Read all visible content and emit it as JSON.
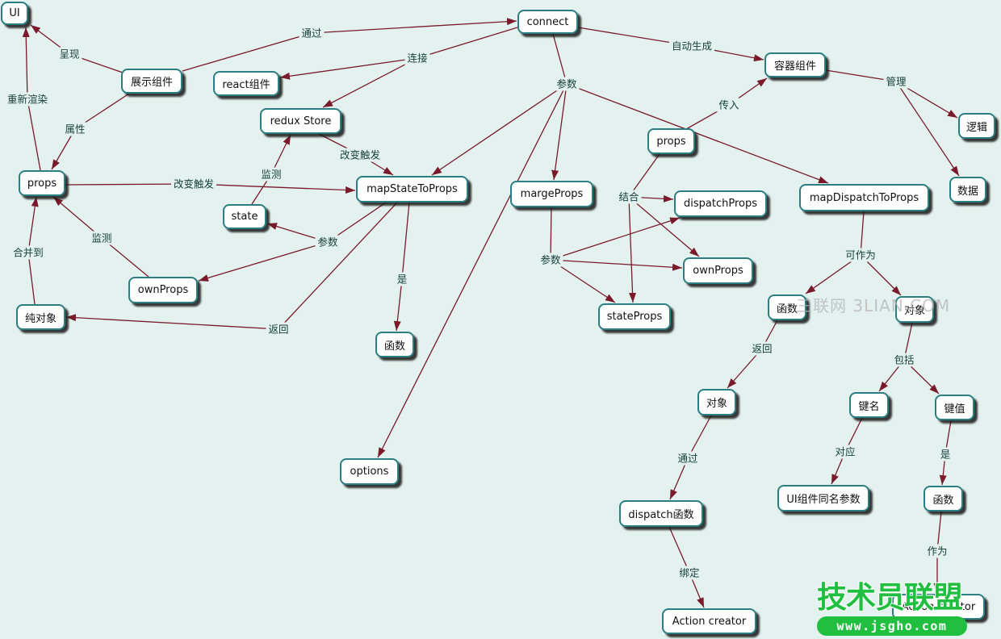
{
  "diagram": {
    "nodes": {
      "ui": "UI",
      "connect": "connect",
      "presentational": "展示组件",
      "react": "react组件",
      "container": "容器组件",
      "redux_store": "redux Store",
      "props_left": "props",
      "map_state": "mapStateToProps",
      "marge_props": "margeProps",
      "props_right": "props",
      "dispatch_props": "dispatchProps",
      "map_dispatch": "mapDispatchToProps",
      "logic": "逻辑",
      "data": "数据",
      "state": "state",
      "own_props_left": "ownProps",
      "own_props_right": "ownProps",
      "plain_object": "纯对象",
      "function_mid": "函数",
      "state_props": "stateProps",
      "function_right": "函数",
      "object_right": "对象",
      "object_mid": "对象",
      "key_name": "键名",
      "key_value": "键值",
      "options": "options",
      "dispatch_function": "dispatch函数",
      "ui_same_name_param": "UI组件同名参数",
      "function_bottom": "函数",
      "action_creator_mid": "Action creator",
      "action_creator_right": "Action creator"
    },
    "link_labels": [
      "呈现",
      "通过",
      "重新渲染",
      "属性",
      "连接",
      "自动生成",
      "参数",
      "管理",
      "传入",
      "改变触发",
      "监测",
      "改变触发",
      "结合",
      "监测",
      "参数",
      "合并到",
      "可作为",
      "参数",
      "是",
      "返回",
      "返回",
      "包括",
      "对应",
      "是",
      "通过",
      "作为",
      "绑定"
    ]
  },
  "watermarks": {
    "site_3lian": "三联网 3LIAN.COM",
    "logo_title": "技术员联盟",
    "logo_url": "www.jsgho.com"
  },
  "colors": {
    "background": "#e3f2ee",
    "node_fill": "#ffffff",
    "node_border": "#2b7f82",
    "link_line": "#7a1a2b",
    "label_text": "#18403c",
    "node_text": "#111111",
    "logo_green": "#21bf40",
    "watermark_gray": "#b5b5b5"
  }
}
